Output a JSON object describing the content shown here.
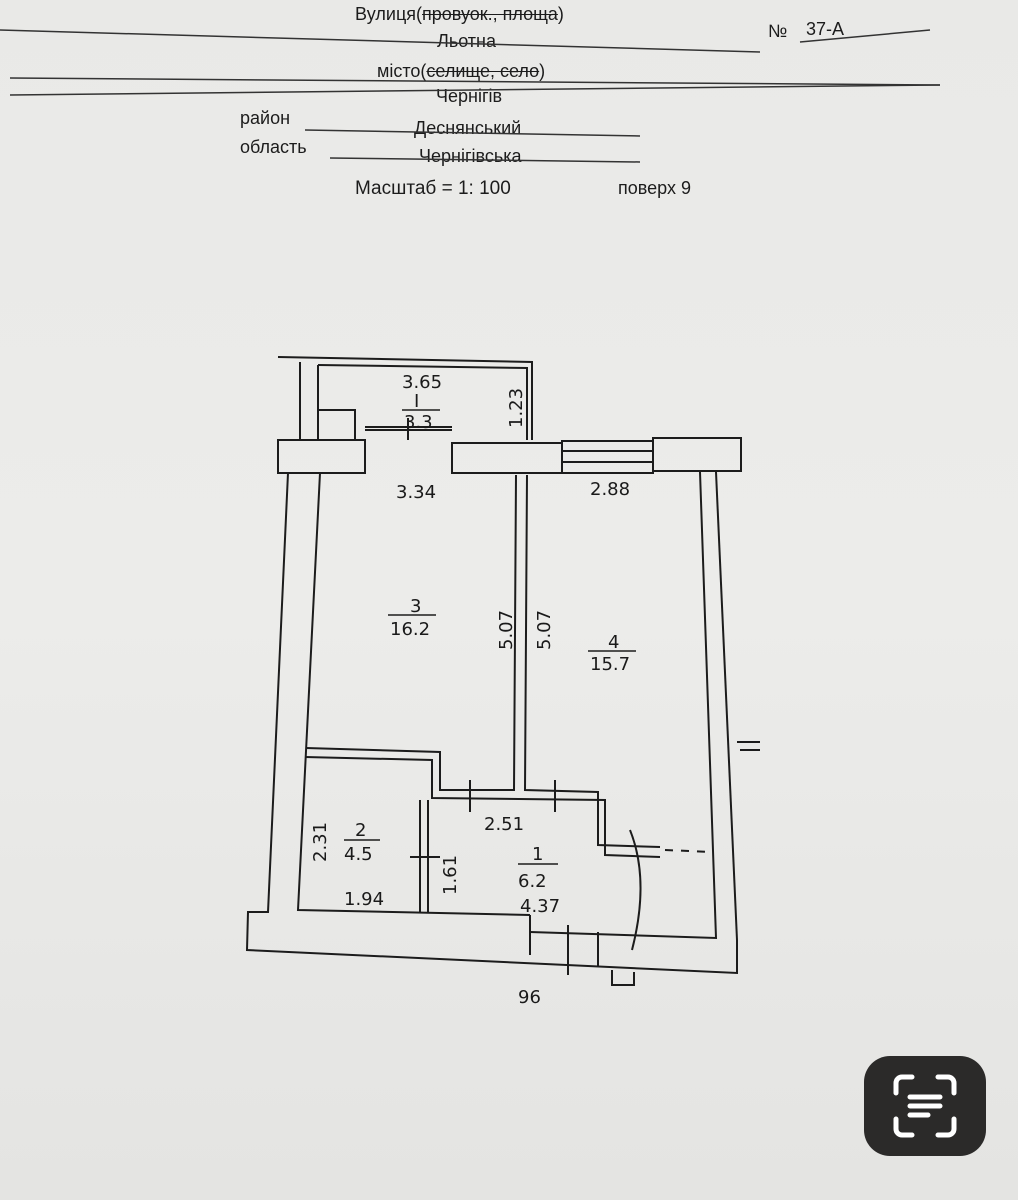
{
  "header": {
    "street_label": "Вулиця(",
    "street_struck": "провуок., площа",
    "street_close": ")",
    "street_value": "Льотна",
    "number_label": "№",
    "number_value": "37-А",
    "city_label": "місто(",
    "city_struck": "селище, село",
    "city_close": ")",
    "city_value": "Чернігів",
    "district_label": "район",
    "district_value": "Деснянський",
    "region_label": "область",
    "region_value": "Чернігівська",
    "scale": "Масштаб = 1: 100",
    "floor": "поверх 9"
  },
  "plan": {
    "balcony": {
      "number": "I",
      "area": "3.3",
      "width": "3.65",
      "depth": "1.23"
    },
    "room3": {
      "number": "3",
      "area": "16.2",
      "width": "3.34",
      "length": "5.07"
    },
    "room4": {
      "number": "4",
      "area": "15.7",
      "width": "2.88",
      "length": "5.07"
    },
    "room2": {
      "number": "2",
      "area": "4.5",
      "length": "2.31",
      "width": "1.94"
    },
    "room1": {
      "number": "1",
      "area": "6.2",
      "width": "2.51",
      "depth": "1.61",
      "length": "4.37"
    },
    "door_width": "96"
  },
  "icons": {
    "scan": "scan-text-icon"
  }
}
